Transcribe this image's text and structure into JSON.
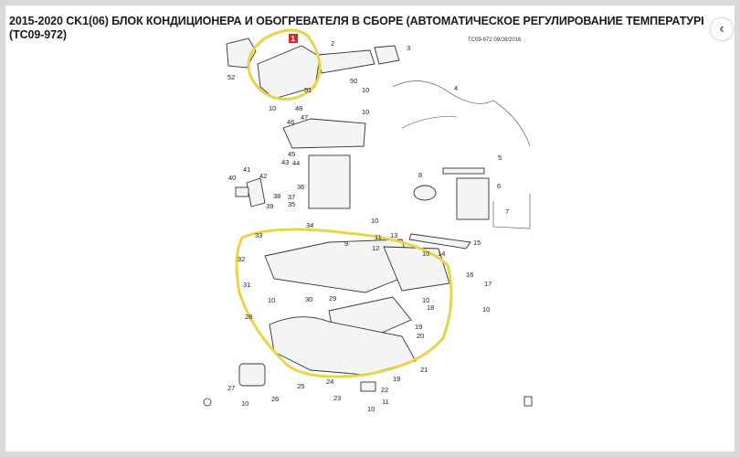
{
  "header": {
    "title_line1": "2015-2020   CK1(06)   БЛОК КОНДИЦИОНЕРА И ОБОГРЕВАТЕЛЯ В СБОРЕ (АВТОМАТИЧЕСКОЕ РЕГУЛИРОВАНИЕ ТЕМПЕРАТУРЫ CJ",
    "title_line2": "(TC09-972)",
    "back_icon": "chevron-left-icon",
    "back_glyph": "‹"
  },
  "diagram": {
    "reference": "TC09-972  09/28/2016",
    "marker_label": "1",
    "highlight_color": "#e6d548",
    "callouts": [
      "2",
      "3",
      "52",
      "51",
      "50",
      "10",
      "10",
      "48",
      "47",
      "10",
      "46",
      "45",
      "43",
      "44",
      "41",
      "42",
      "40",
      "36",
      "38",
      "37",
      "35",
      "39",
      "4",
      "5",
      "8",
      "6",
      "7",
      "34",
      "10",
      "11",
      "13",
      "9",
      "12",
      "15",
      "14",
      "10",
      "33",
      "32",
      "16",
      "31",
      "17",
      "10",
      "30",
      "10",
      "29",
      "10",
      "18",
      "28",
      "19",
      "20",
      "21",
      "19",
      "27",
      "22",
      "25",
      "24",
      "23",
      "11",
      "26",
      "10",
      "10"
    ]
  }
}
